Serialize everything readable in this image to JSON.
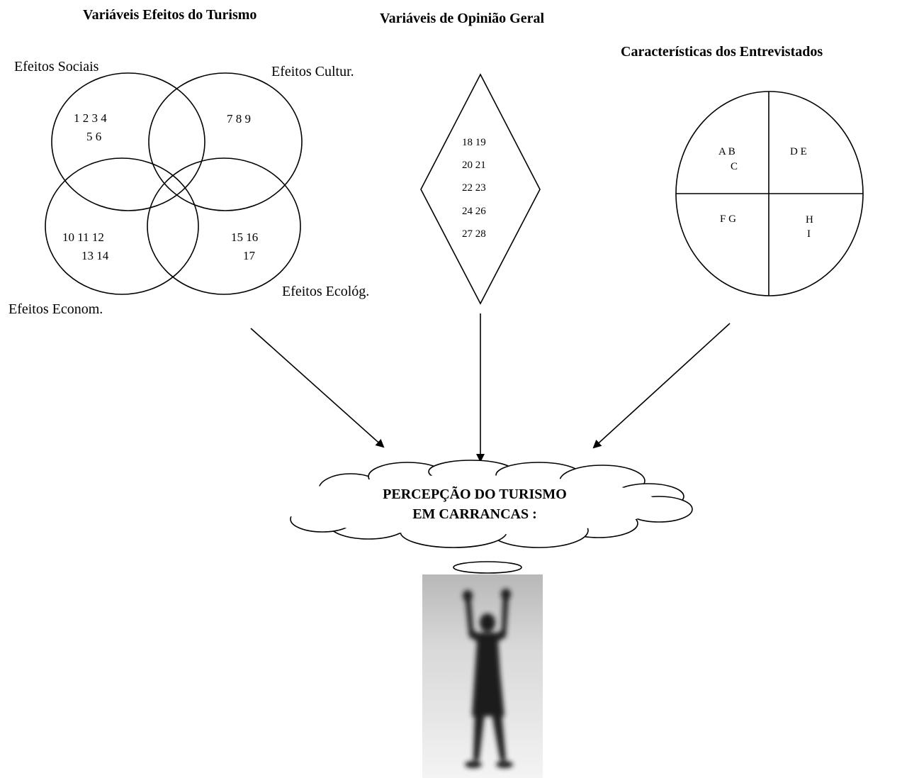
{
  "headers": {
    "tourism_effects": "Variáveis Efeitos do Turismo",
    "general_opinion": "Variáveis de Opinião Geral",
    "respondents": "Características dos Entrevistados"
  },
  "venn": {
    "social": {
      "label": "Efeitos Sociais",
      "row1": "1  2  3  4",
      "row2": "5  6"
    },
    "cultural": {
      "label": "Efeitos Cultur.",
      "row1": "7  8  9"
    },
    "economic": {
      "label": "Efeitos Econom.",
      "row1": "10    11     12",
      "row2": "13   14"
    },
    "ecological": {
      "label": "Efeitos Ecológ.",
      "row1": "15   16",
      "row2": "17"
    }
  },
  "diamond": {
    "rows": [
      "18   19",
      "20   21",
      "22   23",
      "24   26",
      "27   28"
    ]
  },
  "quadrants": {
    "top_left": {
      "row1": "A     B",
      "row2": "C"
    },
    "top_right": {
      "row1": "D   E"
    },
    "bottom_left": {
      "row1": "F    G"
    },
    "bottom_right": {
      "row1": "H",
      "row2": "I"
    }
  },
  "cloud": {
    "line1": "PERCEPÇÃO DO TURISMO",
    "line2": "EM CARRANCAS :"
  },
  "colors": {
    "stroke": "#000000",
    "background": "#ffffff"
  }
}
